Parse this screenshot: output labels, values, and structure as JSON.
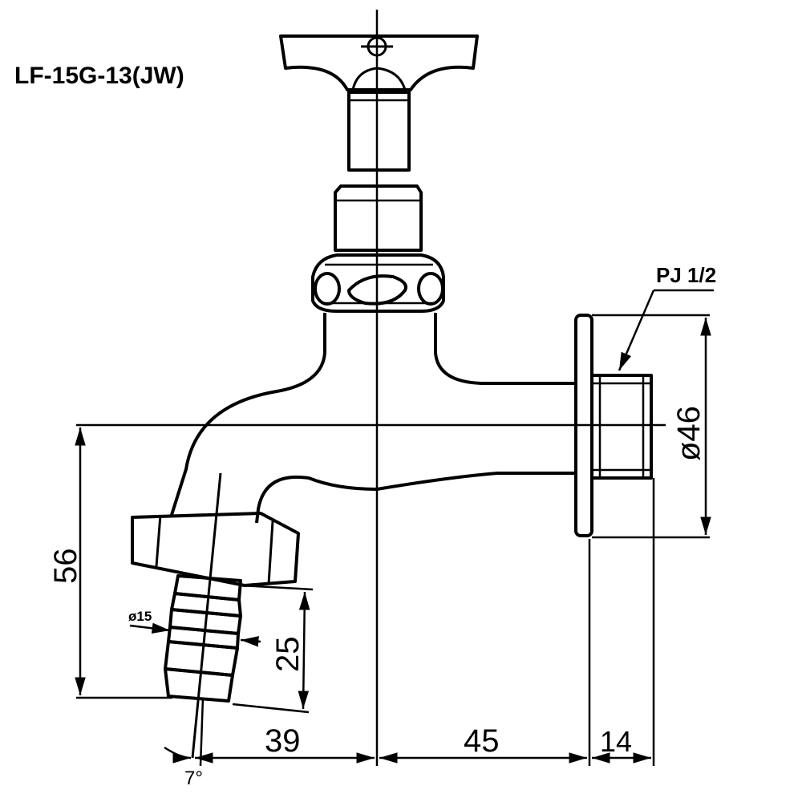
{
  "title": "LF-15G-13(JW)",
  "labels": {
    "thread": "PJ 1/2",
    "flange_dia": "ø46",
    "height_56": "56",
    "height_25": "25",
    "hose_dia": "ø15",
    "dim_39": "39",
    "dim_45": "45",
    "dim_14": "14",
    "angle": "7°"
  }
}
